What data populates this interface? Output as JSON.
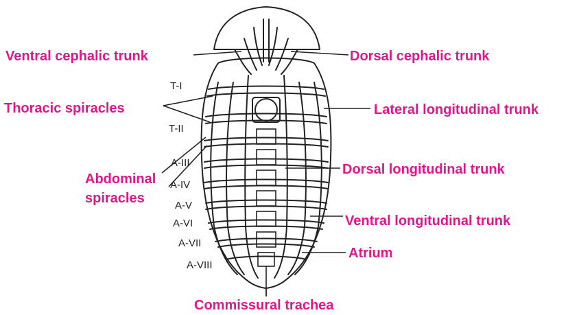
{
  "labels": {
    "ventral_cephalic_trunk": "Ventral cephalic trunk",
    "dorsal_cephalic_trunk": "Dorsal cephalic trunk",
    "thoracic_spiracles": "Thoracic spiracles",
    "lateral_longitudinal_trunk": "Lateral longitudinal trunk",
    "abdominal_spiracles_line1": "Abdominal",
    "abdominal_spiracles_line2": "spiracles",
    "dorsal_longitudinal_trunk": "Dorsal longitudinal trunk",
    "ventral_longitudinal_trunk": "Ventral longitudinal trunk",
    "atrium": "Atrium",
    "commissural_trachea": "Commissural trachea"
  },
  "segments": {
    "t1": "T-I",
    "t2": "T-II",
    "a3": "A-III",
    "a4": "A-IV",
    "a5": "A-V",
    "a6": "A-VI",
    "a7": "A-VII",
    "a8": "A-VIII"
  },
  "colors": {
    "label": "#e0168c",
    "drawing": "#222222",
    "background": "#ffffff"
  }
}
